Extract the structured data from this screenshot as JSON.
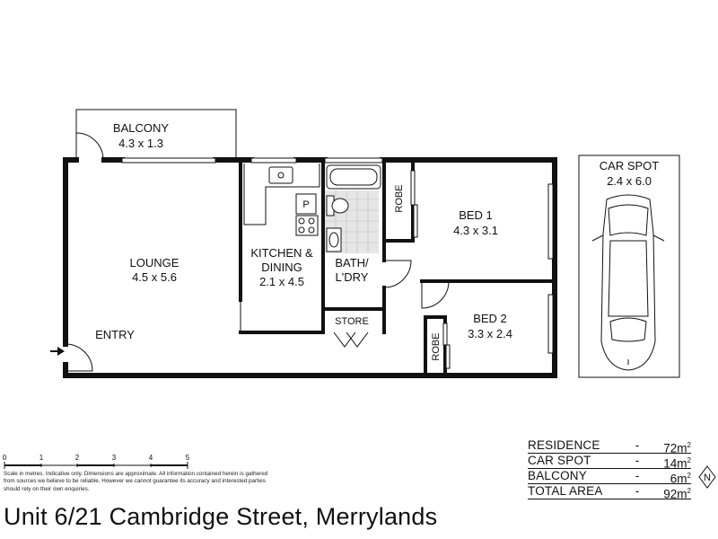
{
  "rooms": {
    "balcony": {
      "name": "BALCONY",
      "size": "4.3 x 1.3"
    },
    "lounge": {
      "name": "LOUNGE",
      "size": "4.5 x 5.6"
    },
    "kitchen": {
      "name_line1": "KITCHEN &",
      "name_line2": "DINING",
      "size": "2.1 x 4.5"
    },
    "pantry": {
      "name": "P"
    },
    "bath": {
      "name_line1": "BATH/",
      "name_line2": "L'DRY"
    },
    "store": {
      "name": "STORE"
    },
    "robe1": {
      "name": "ROBE"
    },
    "robe2": {
      "name": "ROBE"
    },
    "bed1": {
      "name": "BED 1",
      "size": "4.3 x 3.1"
    },
    "bed2": {
      "name": "BED 2",
      "size": "3.3 x 2.4"
    },
    "entry": {
      "name": "ENTRY"
    },
    "car_spot": {
      "name": "CAR SPOT",
      "size": "2.4 x 6.0"
    }
  },
  "scale_bar": {
    "ticks": [
      "0",
      "1",
      "2",
      "3",
      "4",
      "5"
    ]
  },
  "disclaimer": "Scale in metres. Indicative only. Dimensions are approximate. All information contained herein is gathered from sources we believe to be reliable. However we cannot guarantee its accuracy and interested parties should rely on their own enquiries.",
  "areas": [
    {
      "label": "RESIDENCE",
      "dash": "-",
      "value": "72m",
      "unit_sup": "2"
    },
    {
      "label": "CAR SPOT",
      "dash": "-",
      "value": "14m",
      "unit_sup": "2"
    },
    {
      "label": "BALCONY",
      "dash": "-",
      "value": "6m",
      "unit_sup": "2"
    },
    {
      "label": "TOTAL AREA",
      "dash": "-",
      "value": "92m",
      "unit_sup": "2"
    }
  ],
  "compass": {
    "letter": "N"
  },
  "address": "Unit 6/21 Cambridge Street, Merrylands"
}
